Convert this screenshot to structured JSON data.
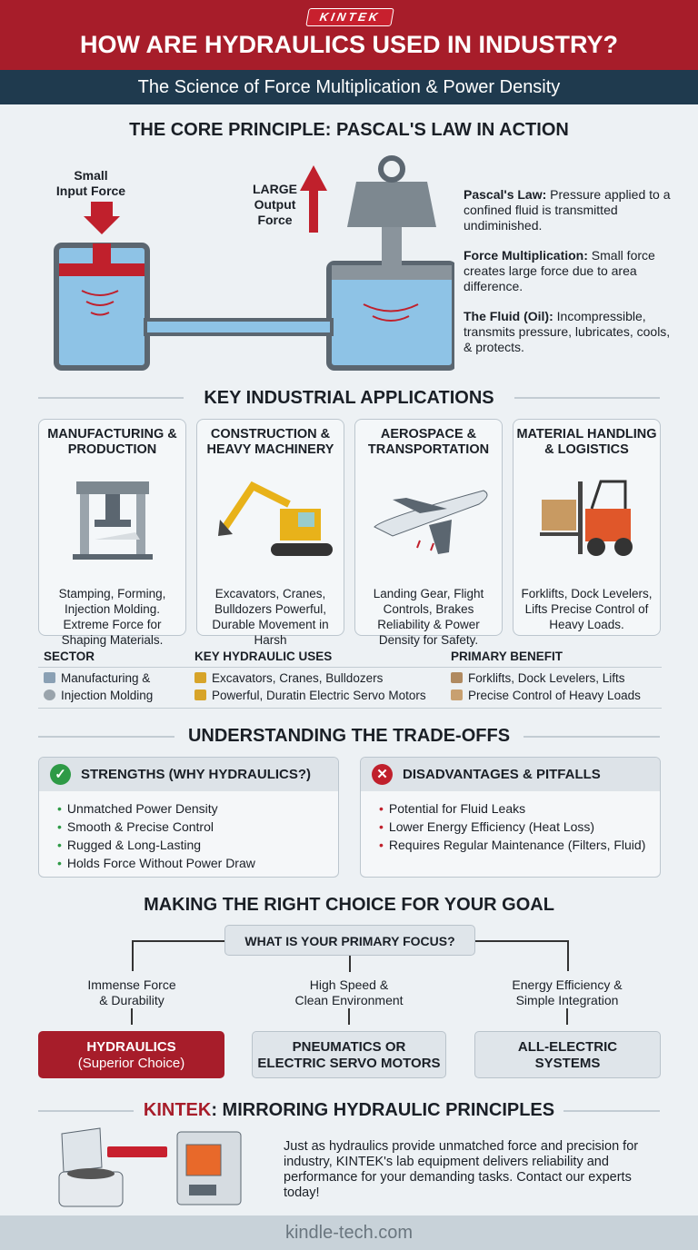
{
  "header": {
    "logo": "KINTEK",
    "title": "HOW ARE HYDRAULICS USED IN INDUSTRY?",
    "subtitle": "The Science of Force Multiplication & Power Density"
  },
  "principle": {
    "title": "THE CORE PRINCIPLE: PASCAL'S LAW IN ACTION",
    "input_label": [
      "Small",
      "Input Force"
    ],
    "output_label": [
      "LARGE",
      "Output",
      "Force"
    ],
    "points": [
      {
        "term": "Pascal's Law:",
        "text": " Pressure applied to a confined fluid is transmitted undiminished."
      },
      {
        "term": "Force Multiplication:",
        "text": " Small force creates large force due to area difference."
      },
      {
        "term": "The Fluid (Oil):",
        "text": " Incompressible, transmits pressure, lubricates, cools, & protects."
      }
    ]
  },
  "applications": {
    "title": "KEY INDUSTRIAL APPLICATIONS",
    "cards": [
      {
        "title": "MANUFACTURING & PRODUCTION",
        "icon": "hydraulic-press",
        "text": "Stamping, Forming, Injection Molding. Extreme Force for Shaping Materials."
      },
      {
        "title": "CONSTRUCTION & HEAVY MACHINERY",
        "icon": "excavator",
        "text": "Excavators, Cranes, Bulldozers Powerful, Durable Movement in Harsh"
      },
      {
        "title": "AEROSPACE & TRANSPORTATION",
        "icon": "airplane",
        "text": "Landing Gear, Flight Controls, Brakes Reliability & Power Density for Safety."
      },
      {
        "title": "MATERIAL HANDLING & LOGISTICS",
        "icon": "forklift",
        "text": "Forklifts, Dock Levelers, Lifts Precise Control of Heavy Loads."
      }
    ]
  },
  "table": {
    "headers": [
      "SECTOR",
      "KEY HYDRAULIC USES",
      "PRIMARY BENEFIT"
    ],
    "rows": [
      [
        "Manufacturing &",
        "Excavators, Cranes, Bulldozers",
        "Forklifts, Dock Levelers, Lifts"
      ],
      [
        "Injection Molding",
        "Powerful, Duratin Electric Servo Motors",
        "Precise Control of Heavy Loads"
      ]
    ]
  },
  "tradeoffs": {
    "title": "UNDERSTANDING THE TRADE-OFFS",
    "strengths": {
      "title": "STRENGTHS (WHY HYDRAULICS?)",
      "items": [
        "Unmatched Power Density",
        "Smooth & Precise Control",
        "Rugged & Long-Lasting",
        "Holds Force Without Power Draw"
      ]
    },
    "disadvantages": {
      "title": "DISADVANTAGES & PITFALLS",
      "items": [
        "Potential for Fluid Leaks",
        "Lower Energy Efficiency (Heat Loss)",
        "Requires Regular Maintenance (Filters, Fluid)"
      ]
    }
  },
  "choice": {
    "title": "MAKING THE RIGHT CHOICE FOR YOUR GOAL",
    "question": "WHAT IS YOUR PRIMARY FOCUS?",
    "branches": [
      {
        "criteria": [
          "Immense Force",
          "& Durability"
        ],
        "result": [
          "HYDRAULICS",
          "(Superior Choice)"
        ]
      },
      {
        "criteria": [
          "High Speed &",
          "Clean Environment"
        ],
        "result": [
          "PNEUMATICS OR",
          "ELECTRIC SERVO MOTORS"
        ]
      },
      {
        "criteria": [
          "Energy Efficiency &",
          "Simple Integration"
        ],
        "result": [
          "ALL-ELECTRIC",
          "SYSTEMS"
        ]
      }
    ]
  },
  "kintek": {
    "brand": "KINTEK",
    "title_rest": ": MIRRORING HYDRAULIC PRINCIPLES",
    "logo": "KINTEK",
    "text": "Just as hydraulics provide unmatched force and precision for industry, KINTEK's lab equipment delivers reliability and performance for your demanding tasks. Contact our experts today!"
  },
  "footer": {
    "url": "kindle-tech.com"
  },
  "colors": {
    "brand_red": "#a71d2a",
    "navy": "#1f3a4e",
    "fluid": "#8ec3e6",
    "green": "#2e9a46"
  }
}
